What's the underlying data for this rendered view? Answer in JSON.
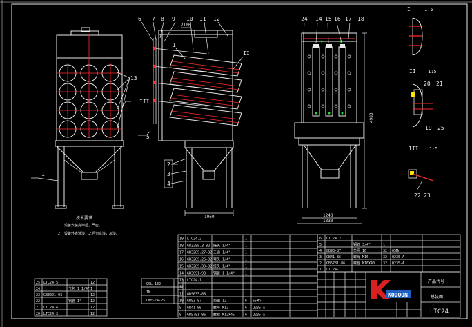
{
  "colors": {
    "background": "#000000",
    "line": "#e8e8e8",
    "accent_red": "#ff2a2a",
    "accent_yellow": "#ffe000",
    "accent_green": "#2bd82b",
    "logo_red": "#d92020",
    "logo_blue": "#1f5fbf"
  },
  "front_view": {
    "callouts": [
      "1",
      "13",
      "III",
      "5"
    ]
  },
  "side_view": {
    "callouts": [
      "6",
      "7",
      "8",
      "9",
      "10",
      "11",
      "12",
      "1",
      "II",
      "2",
      "3",
      "4"
    ],
    "dim_width": "2100",
    "dim_base": "1060"
  },
  "rear_view": {
    "callouts": [
      "24",
      "14",
      "15",
      "16",
      "17",
      "18"
    ],
    "dim_height": "4980",
    "dim_base_inner": "1240",
    "dim_base_outer": "1330"
  },
  "details": {
    "I": {
      "label": "I",
      "scale": "1:5"
    },
    "II": {
      "label": "II",
      "scale": "1:5",
      "callouts": [
        "20",
        "21",
        "19",
        "25"
      ]
    },
    "III": {
      "label": "III",
      "scale": "1:5",
      "callouts": [
        "22",
        "23"
      ]
    }
  },
  "notes": {
    "title": "技术要求",
    "line1": "1. 设备安装完毕后，严密。",
    "line2": "2. 设备外表涂漆，之后为底漆，灰漆。"
  },
  "left_table": {
    "rows": [
      [
        "25",
        "LTC24.5",
        "",
        "12",
        ""
      ],
      [
        "24",
        "",
        "气包 1 1/4\"",
        "1",
        ""
      ],
      [
        "23",
        "GB3091-93",
        "",
        "12",
        ""
      ],
      [
        "22",
        "",
        "钢管 1\"",
        "12",
        ""
      ],
      [
        "21",
        "LTC24-4",
        "",
        "12",
        ""
      ],
      [
        "20",
        "LTC24-3",
        "",
        "12",
        ""
      ]
    ]
  },
  "mid_table": {
    "rows": [
      [
        "QSL-132",
        ""
      ],
      [
        "1M",
        ""
      ],
      [
        "DMF-Z4-25",
        ""
      ]
    ]
  },
  "parts_table": {
    "rows": [
      [
        "19",
        "LTC24.2",
        "",
        "1",
        ""
      ],
      [
        "18",
        "GB3289.3-82",
        "接头 1/4\"",
        "1",
        ""
      ],
      [
        "17",
        "GB3289.27-82",
        "三通 1/4\"",
        "1",
        ""
      ],
      [
        "16",
        "GB3289.26-82",
        "弯头 1/4\"",
        "1",
        ""
      ],
      [
        "15",
        "GB3289.30-82",
        "接头 1/4\"",
        "1",
        ""
      ],
      [
        "14",
        "GB3091-93",
        "钢管 1 1/4\"",
        "1",
        ""
      ],
      [
        "13",
        "LTC24.1",
        "",
        "1",
        ""
      ],
      [
        "12",
        "",
        "",
        "1",
        ""
      ],
      [
        "11",
        "GB9635-88",
        "",
        "1",
        ""
      ],
      [
        "10",
        "GB93-87",
        "垫圈 12",
        "6",
        "65Mn"
      ],
      [
        "9",
        "GB41-86",
        "螺母 M12",
        "6",
        "Q235-A"
      ],
      [
        "8",
        "GB5781-86",
        "螺栓 M12X45",
        "6",
        "Q235-A"
      ]
    ]
  },
  "right_table": {
    "rows": [
      [
        "6",
        "LTC24.2",
        "",
        "1",
        ""
      ],
      [
        "5",
        "",
        "钢管 3/4\"",
        "1",
        ""
      ],
      [
        "4",
        "GB93-87",
        "垫圈 16",
        "32",
        "65Mn"
      ],
      [
        "3",
        "GB41-86",
        "螺母 M16",
        "32",
        "Q235-A"
      ],
      [
        "2",
        "GB5781-86",
        "螺栓 M16X40",
        "32",
        "Q235-A"
      ],
      [
        "1",
        "LTC24-1",
        "",
        "1",
        ""
      ]
    ]
  },
  "title_block": {
    "logo_text": "KODOON",
    "drawing_title": "LTC24",
    "stamp1": "产品代号",
    "stamp2": "总装图"
  }
}
